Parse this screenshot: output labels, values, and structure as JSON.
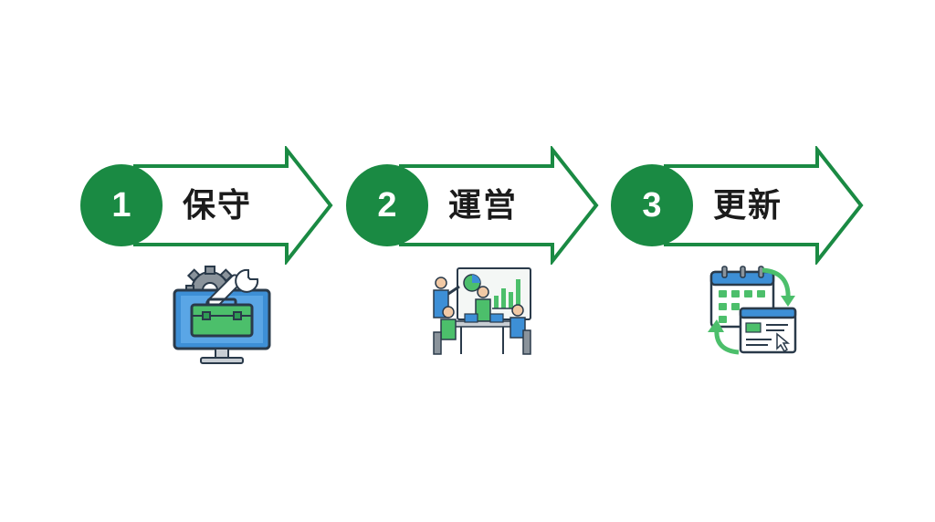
{
  "steps": [
    {
      "number": "1",
      "label": "保守",
      "icon": "maintenance-toolbox-monitor-icon"
    },
    {
      "number": "2",
      "label": "運営",
      "icon": "team-meeting-icon"
    },
    {
      "number": "3",
      "label": "更新",
      "icon": "calendar-refresh-icon"
    }
  ],
  "colors": {
    "primary_green": "#1a8a43",
    "light_green": "#4cbf6b",
    "accent_blue": "#3d8fd6",
    "outline": "#2a3a4a"
  }
}
